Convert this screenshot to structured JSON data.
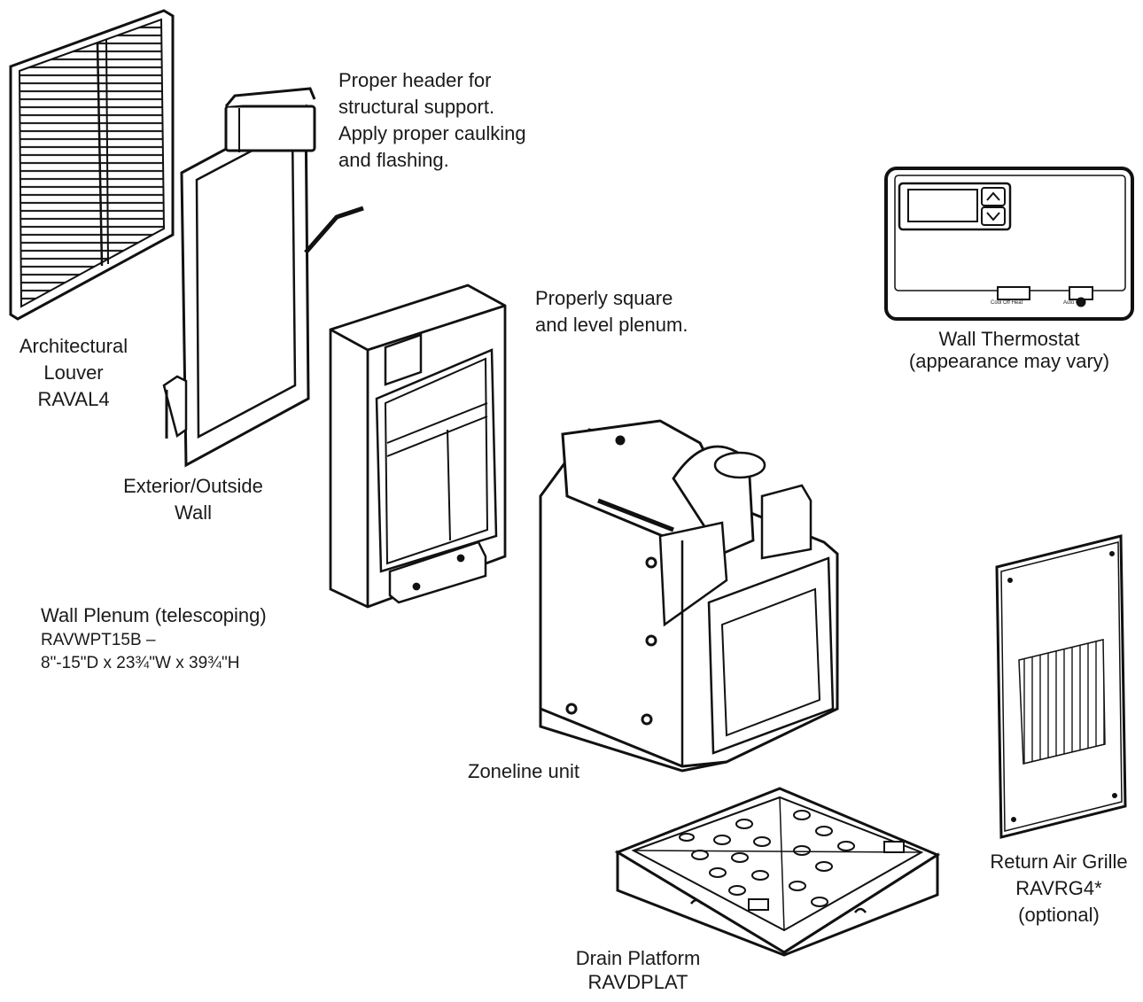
{
  "labels": {
    "louver": [
      "Architectural",
      "Louver",
      "RAVAL4"
    ],
    "wall": [
      "Exterior/Outside",
      "Wall"
    ],
    "header": [
      "Proper header for",
      "structural support.",
      "Apply proper caulking",
      "and flashing."
    ],
    "plenum_note": [
      "Properly square",
      "and level plenum."
    ],
    "thermostat": [
      "Wall Thermostat",
      "(appearance may vary)"
    ],
    "plenum_spec": [
      "Wall Plenum (telescoping)",
      "RAVWPT15B –",
      "8\"-15\"D x 23¾\"W x 39¾\"H"
    ],
    "unit": "Zoneline unit",
    "grille": [
      "Return Air Grille",
      "RAVRG4*",
      "(optional)"
    ],
    "drain": [
      "Drain Platform",
      "RAVDPLAT"
    ]
  },
  "thermostat_switches": {
    "mode": "Cool Off Heat",
    "fan": "Auto On"
  }
}
